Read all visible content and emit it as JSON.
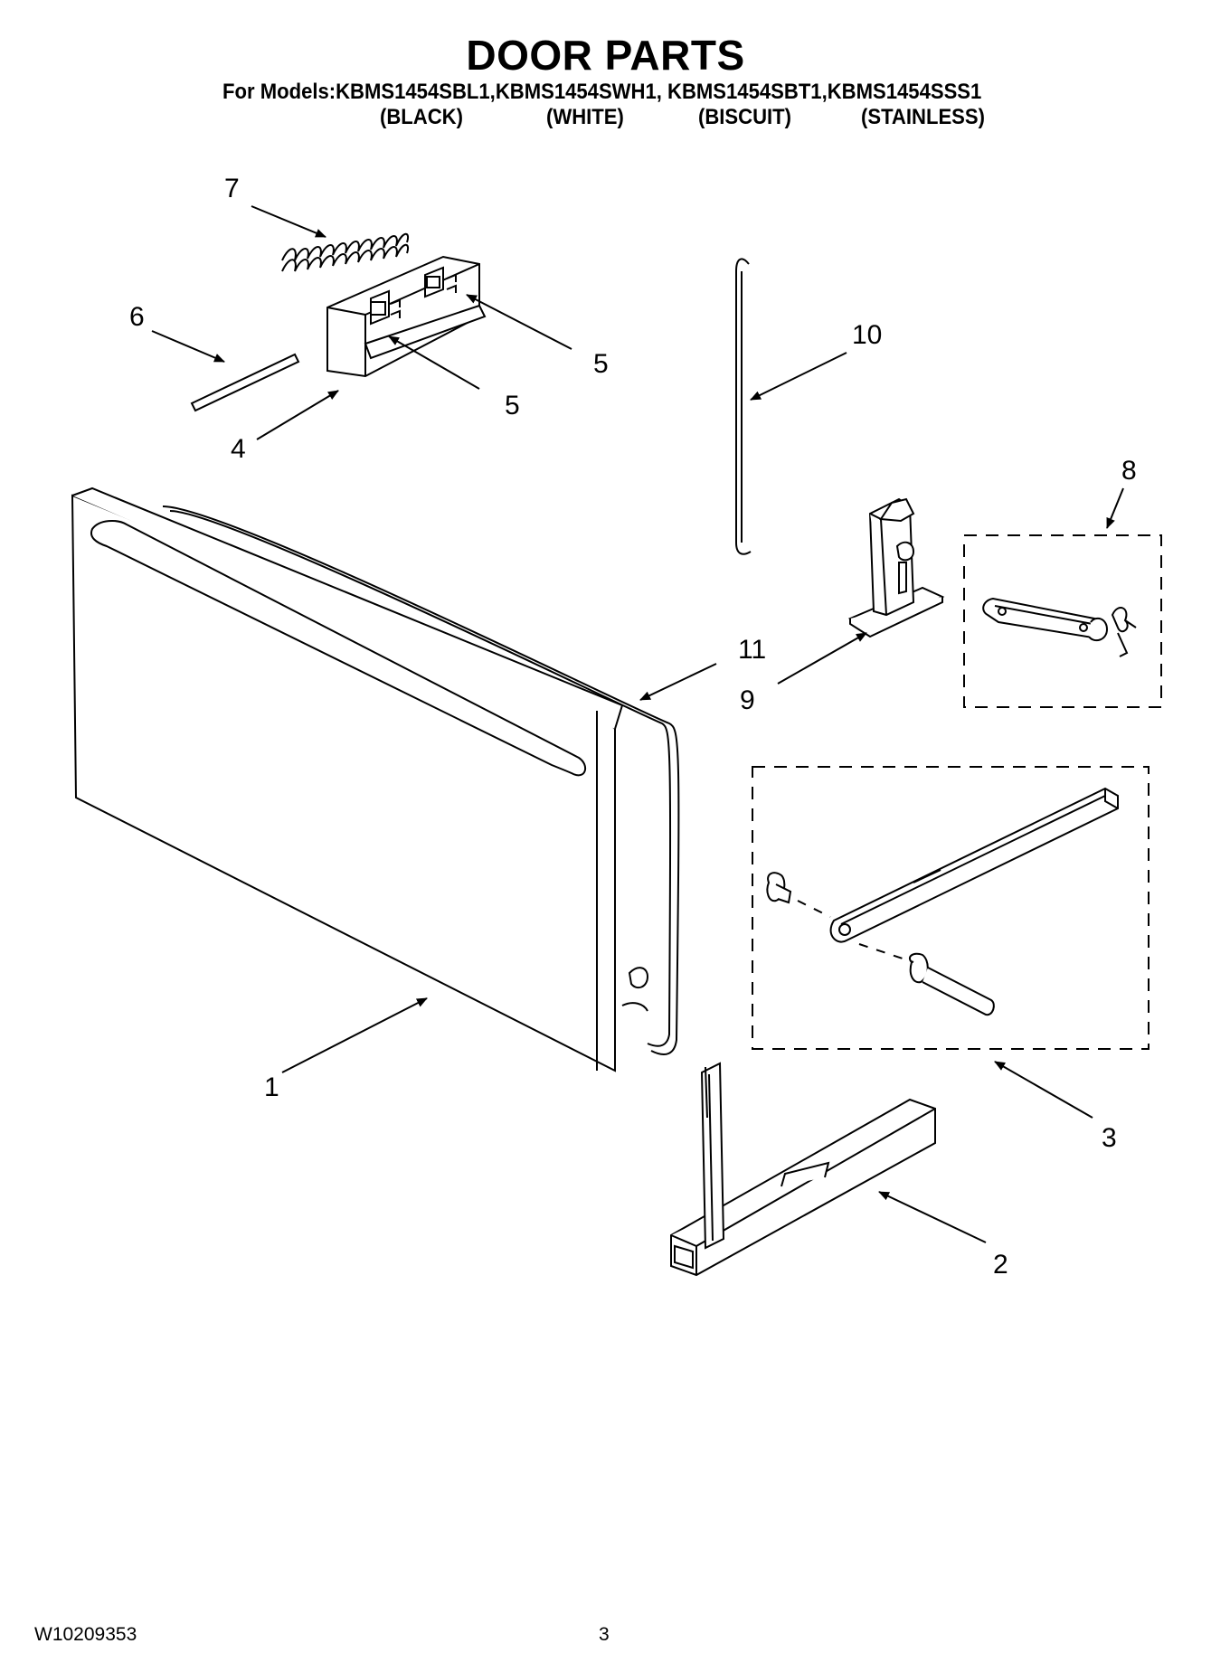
{
  "header": {
    "title": "DOOR PARTS",
    "models_line": "For Models:KBMS1454SBL1,KBMS1454SWH1, KBMS1454SBT1,KBMS1454SSS1",
    "colors": [
      "(BLACK)",
      "(WHITE)",
      "(BISCUIT)",
      "(STAINLESS)"
    ]
  },
  "callouts": {
    "c1": "1",
    "c2": "2",
    "c3": "3",
    "c4": "4",
    "c5a": "5",
    "c5b": "5",
    "c6": "6",
    "c7": "7",
    "c8": "8",
    "c9": "9",
    "c10": "10",
    "c11": "11"
  },
  "footer": {
    "doc_number": "W10209353",
    "page_number": "3"
  }
}
